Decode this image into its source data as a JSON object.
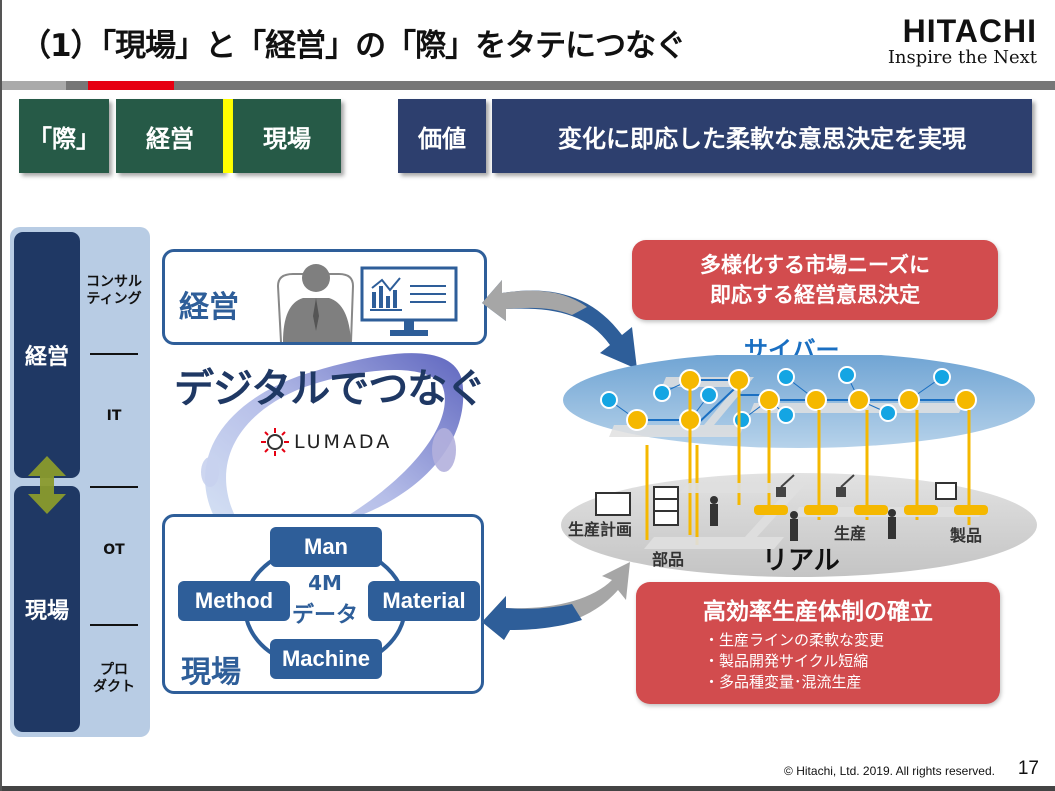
{
  "header": {
    "title": "（1）「現場」と「経営」の「際」をタテにつなぐ",
    "brand_name": "HITACHI",
    "brand_tagline": "Inspire the Next"
  },
  "tags": {
    "kiwa": "「際」",
    "keiei": "経営",
    "genba": "現場",
    "value_label": "価値",
    "value_text": "変化に即応した柔軟な意思決定を実現"
  },
  "left_column": {
    "top_pill": "経営",
    "bottom_pill": "現場",
    "layers": [
      "コンサル ティング",
      "IT",
      "OT",
      "プロ ダクト"
    ],
    "consulting_line1": "コンサル",
    "consulting_line2": "ティング",
    "it": "IT",
    "ot": "OT",
    "product_line1": "プロ",
    "product_line2": "ダクト"
  },
  "management_box": {
    "title": "経営",
    "icons": [
      "executive-silhouette-icon",
      "dashboard-monitor-icon"
    ]
  },
  "connect": {
    "text": "デジタルでつなぐ",
    "platform": "LUMADA"
  },
  "field_box": {
    "title": "現場",
    "center_top": "4M",
    "center_bottom": "データ",
    "items": [
      "Man",
      "Method",
      "Material",
      "Machine"
    ]
  },
  "cyber_physical": {
    "top_box_line1": "多様化する市場ニーズに",
    "top_box_line2": "即応する経営意思決定",
    "cyber_label": "サイバー",
    "real_label": "リアル",
    "real_items": [
      "生産計画",
      "部品",
      "生産",
      "製品"
    ]
  },
  "efficiency_box": {
    "title": "高効率生産体制の確立",
    "bullets": [
      "・生産ラインの柔軟な変更",
      "・製品開発サイクル短縮",
      "・多品種変量･混流生産"
    ]
  },
  "footer": {
    "copyright": "© Hitachi, Ltd. 2019. All rights reserved.",
    "page_number": "17"
  },
  "colors": {
    "brand_red": "#e60012",
    "tag_green": "#265a47",
    "tag_navy": "#2d3f6e",
    "accent_blue": "#2e5e99",
    "alert_red": "#d24c4e",
    "node_orange": "#f5b800",
    "node_cyan": "#14a5e3",
    "highlight_yellow": "#ffff00"
  }
}
